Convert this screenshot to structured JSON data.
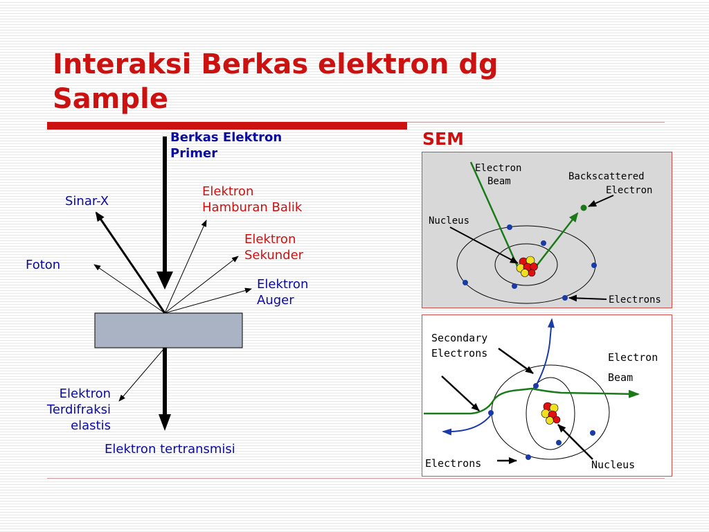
{
  "slide": {
    "title": "Interaksi Berkas elektron dg\nSample"
  },
  "diagram": {
    "primary_beam": "Berkas Elektron\nPrimer",
    "xray": "Sinar-X",
    "photon": "Foton",
    "backscattered": "Elektron\nHamburan Balik",
    "secondary": "Elektron\nSekunder",
    "auger": "Elektron\nAuger",
    "diffracted": "Elektron\nTerdifraksi\nelastis",
    "transmitted": "Elektron tertransmisi"
  },
  "sem_panel": {
    "heading": "SEM",
    "backscatter_figure": {
      "beam_label": [
        "Electron",
        "Beam"
      ],
      "backscattered_label": [
        "Backscattered",
        "Electron"
      ],
      "nucleus_label": "Nucleus",
      "electrons_label": "Electrons"
    },
    "secondary_figure": {
      "secondary_label": [
        "Secondary",
        "Electrons"
      ],
      "beam_label": [
        "Electron",
        "Beam"
      ],
      "electrons_label": "Electrons",
      "nucleus_label": "Nucleus"
    }
  },
  "colors": {
    "title": "#cc1111",
    "label_blue": "#0a0a9c",
    "label_red": "#cc1111",
    "sample": "#a9b3c4",
    "beam_path": "#1a7a1a",
    "electron": "#1a3aa8",
    "nucleus_red": "#e01010",
    "nucleus_yellow": "#f0e020"
  }
}
